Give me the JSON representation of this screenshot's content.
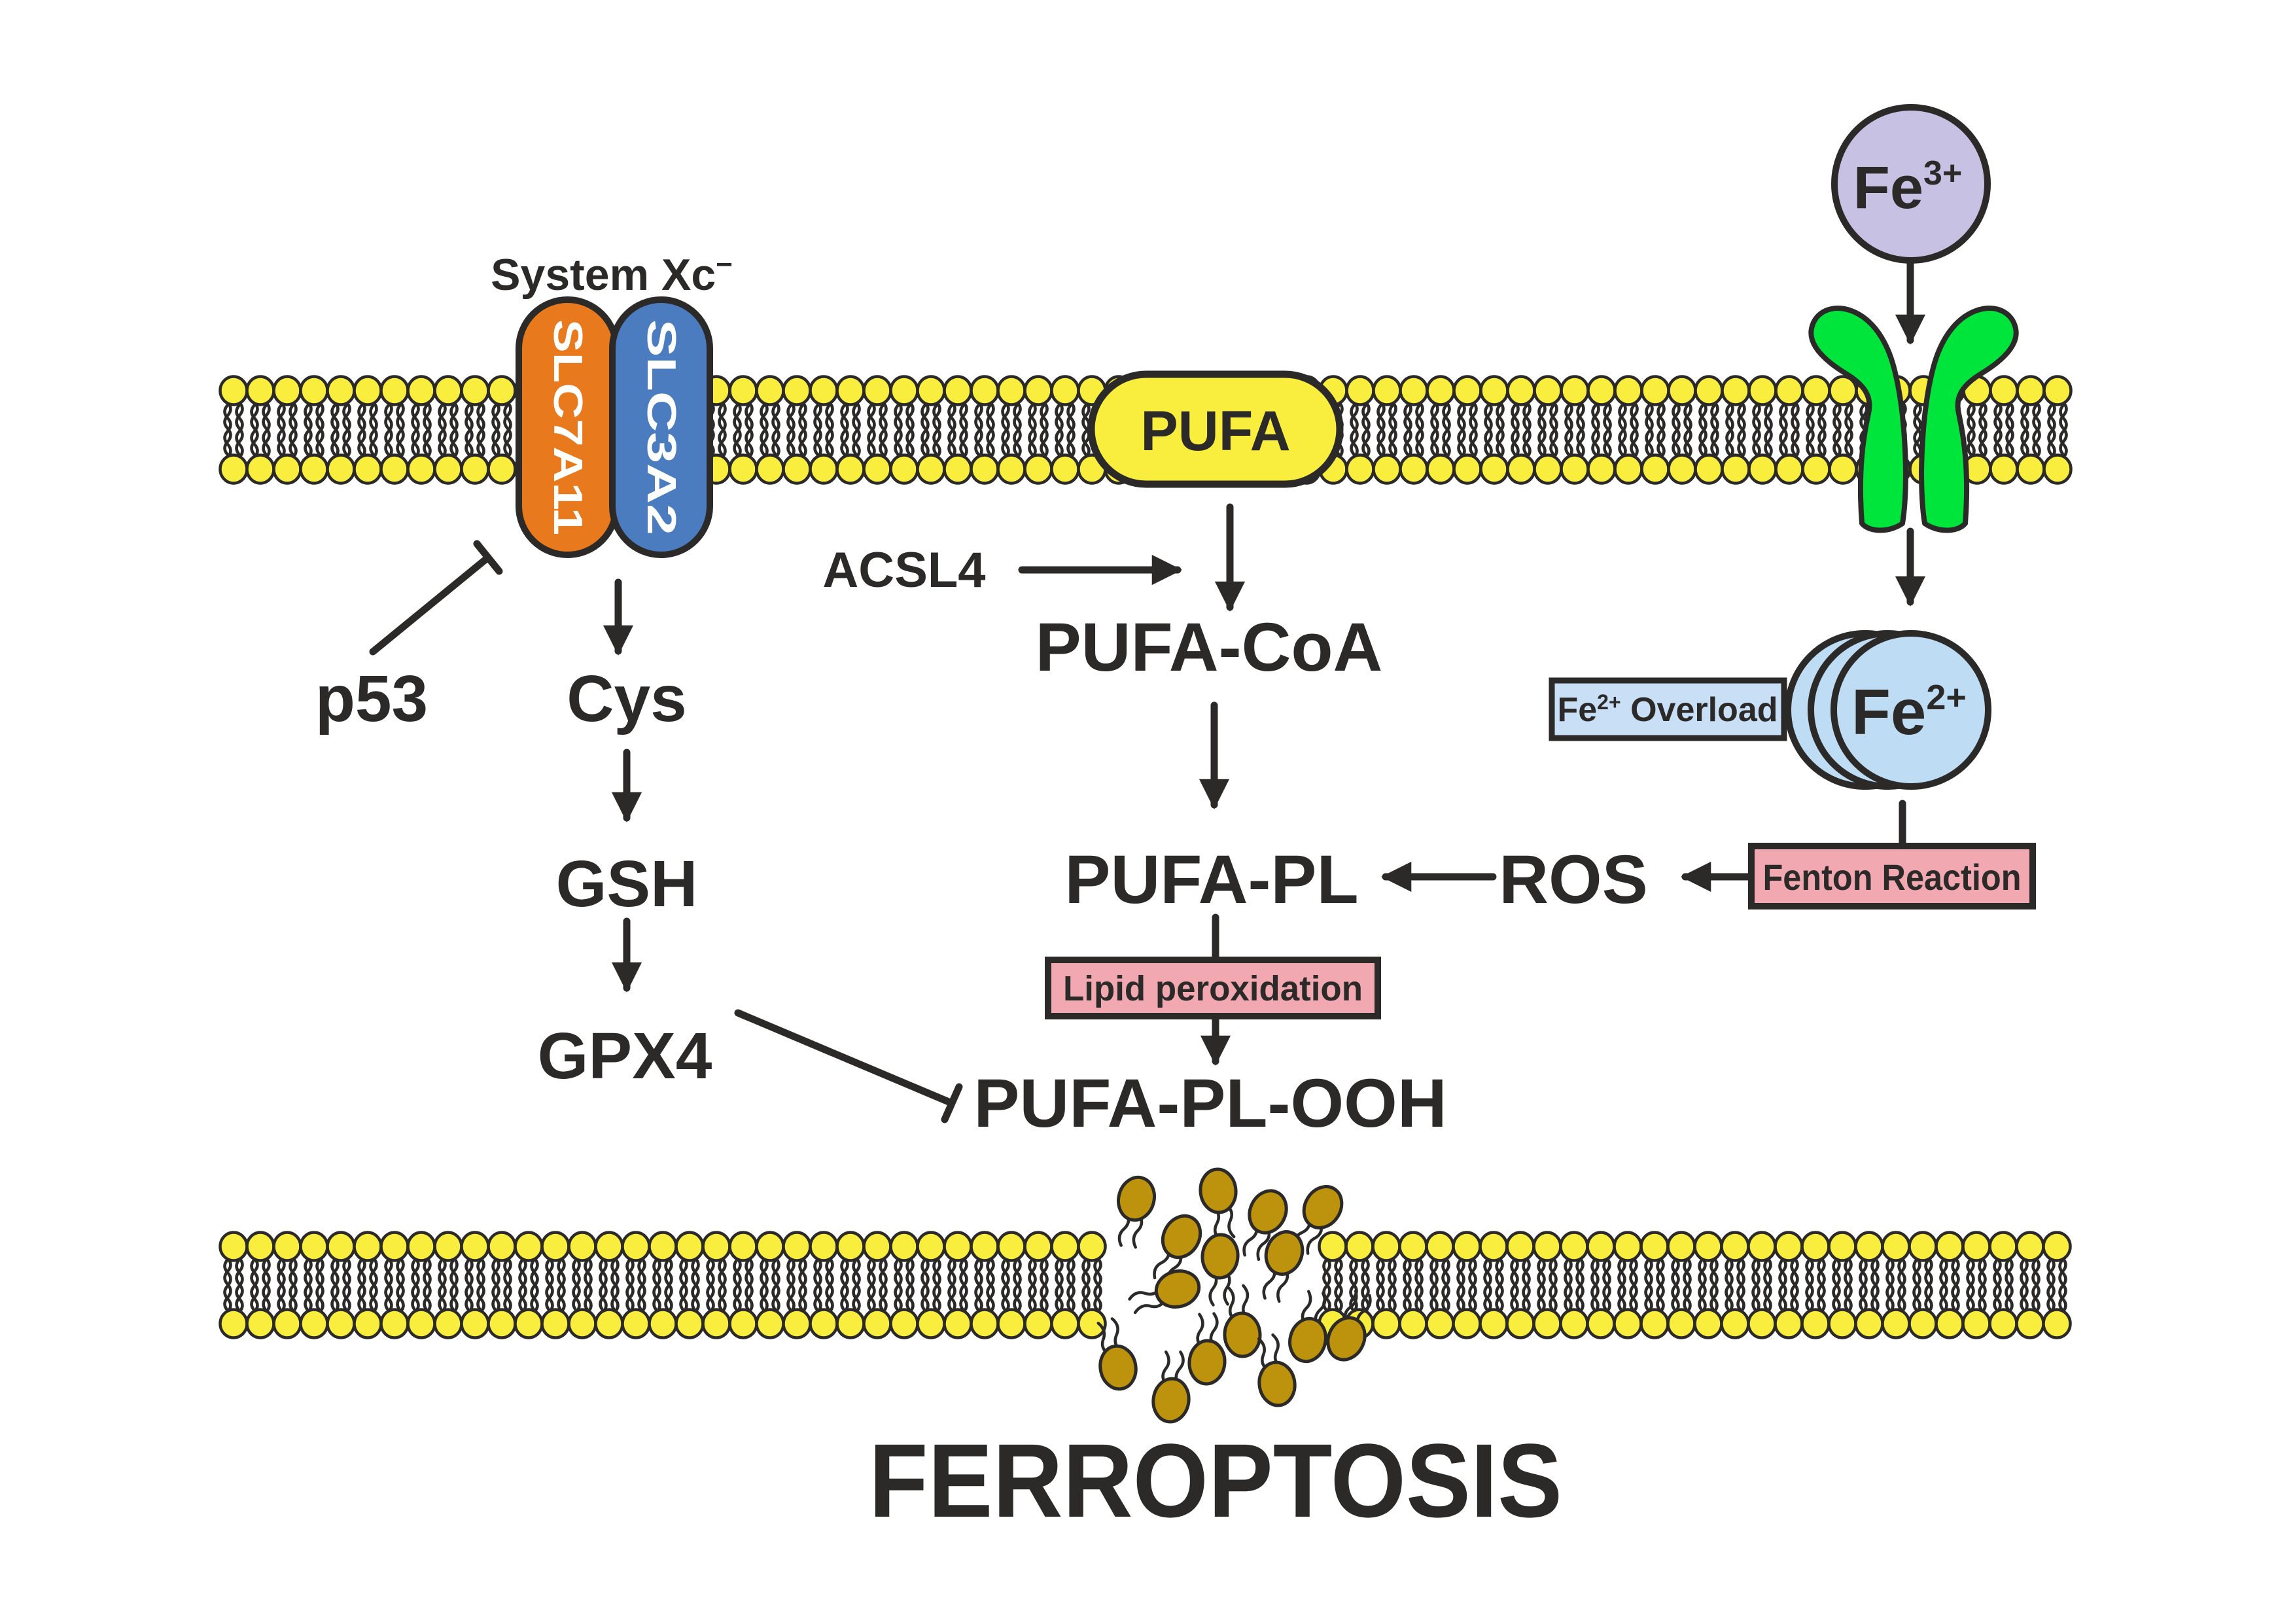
{
  "colors": {
    "ink": "#2b2a29",
    "yellow": "#f9ee3e",
    "orange": "#e87a1d",
    "blue": "#4c7cc0",
    "green": "#00e53c",
    "lavender": "#c7c2e3",
    "light_blue": "#bfdcf5",
    "box_blue": "#c8dff6",
    "pink": "#f1a8b1",
    "damaged_lipid": "#bd920c"
  },
  "labels": {
    "system_xc": {
      "base": "System Xc",
      "sup": "−"
    },
    "slc7a11": "SLC7A11",
    "slc3a2": "SLC3A2",
    "pufa": "PUFA",
    "p53": "p53",
    "cys": "Cys",
    "gsh": "GSH",
    "gpx4": "GPX4",
    "acsl4": "ACSL4",
    "pufa_coa": "PUFA-CoA",
    "pufa_pl": "PUFA-PL",
    "ros": "ROS",
    "pufa_pl_ooh": "PUFA-PL-OOH",
    "lipid_peroxidation": "Lipid peroxidation",
    "fenton_reaction": "Fenton Reaction",
    "fe3": {
      "base": "Fe",
      "sup": "3+"
    },
    "fe2": {
      "base": "Fe",
      "sup": "2+"
    },
    "fe2_overload": {
      "base": "Fe",
      "sup": "2+",
      "rest": " Overload"
    },
    "title": "FERROPTOSIS"
  }
}
